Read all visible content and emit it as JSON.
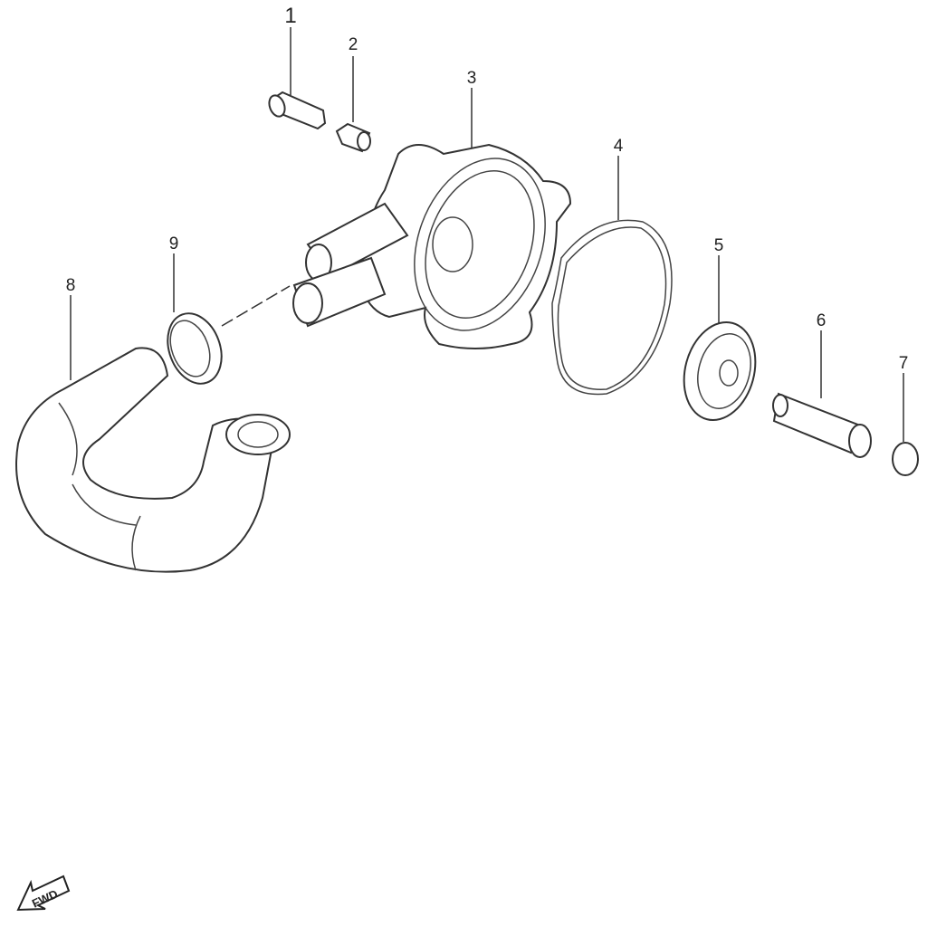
{
  "diagram": {
    "parts": [
      {
        "label": "1",
        "name": "bolt"
      },
      {
        "label": "2",
        "name": "dowel-pin"
      },
      {
        "label": "3",
        "name": "water-pump-cover"
      },
      {
        "label": "4",
        "name": "gasket"
      },
      {
        "label": "5",
        "name": "impeller"
      },
      {
        "label": "6",
        "name": "pump-shaft"
      },
      {
        "label": "7",
        "name": "circlip"
      },
      {
        "label": "8",
        "name": "hose"
      },
      {
        "label": "9",
        "name": "hose-clamp"
      }
    ],
    "direction_label": "FWD"
  }
}
